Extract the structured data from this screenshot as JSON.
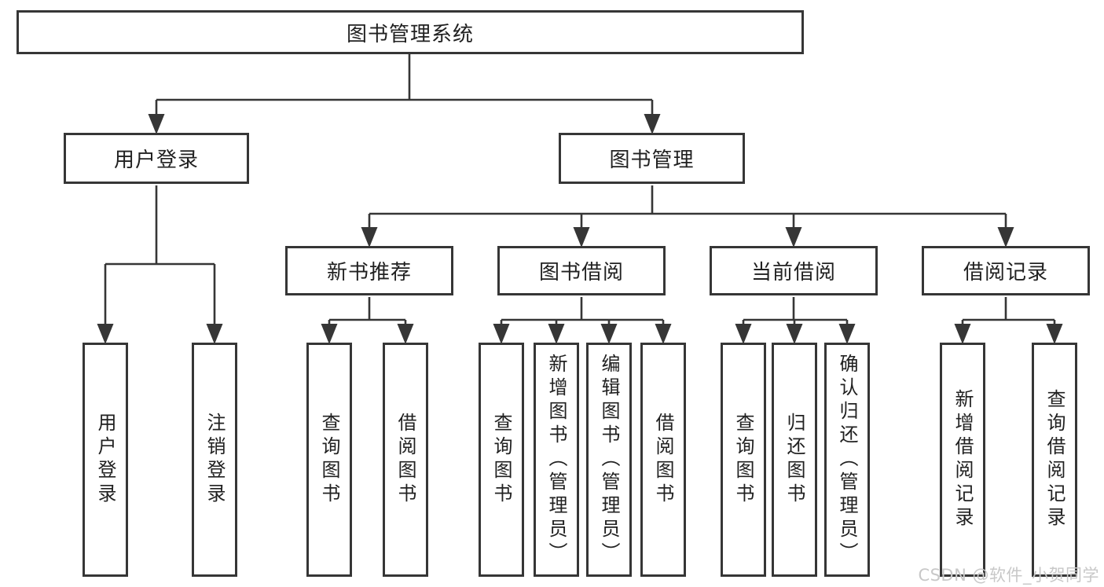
{
  "tree": {
    "label": "图书管理系统",
    "children": [
      {
        "label": "用户登录",
        "children": [
          {
            "label": "用户登录"
          },
          {
            "label": "注销登录"
          }
        ]
      },
      {
        "label": "图书管理",
        "children": [
          {
            "label": "新书推荐",
            "children": [
              {
                "label": "查询图书"
              },
              {
                "label": "借阅图书"
              }
            ]
          },
          {
            "label": "图书借阅",
            "children": [
              {
                "label": "查询图书"
              },
              {
                "label": "新增图书（管理员）"
              },
              {
                "label": "编辑图书（管理员）"
              },
              {
                "label": "借阅图书"
              }
            ]
          },
          {
            "label": "当前借阅",
            "children": [
              {
                "label": "查询图书"
              },
              {
                "label": "归还图书"
              },
              {
                "label": "确认归还（管理员）"
              }
            ]
          },
          {
            "label": "借阅记录",
            "children": [
              {
                "label": "新增借阅记录"
              },
              {
                "label": "查询借阅记录"
              }
            ]
          }
        ]
      }
    ]
  },
  "watermark": {
    "text": "CSDN @软件_小贺同学"
  },
  "colors": {
    "line": "#363636",
    "box_border": "#363636",
    "box_fill": "#ffffff",
    "text": "#212121",
    "watermark": "#c8c8c8",
    "background": "#ffffff"
  }
}
